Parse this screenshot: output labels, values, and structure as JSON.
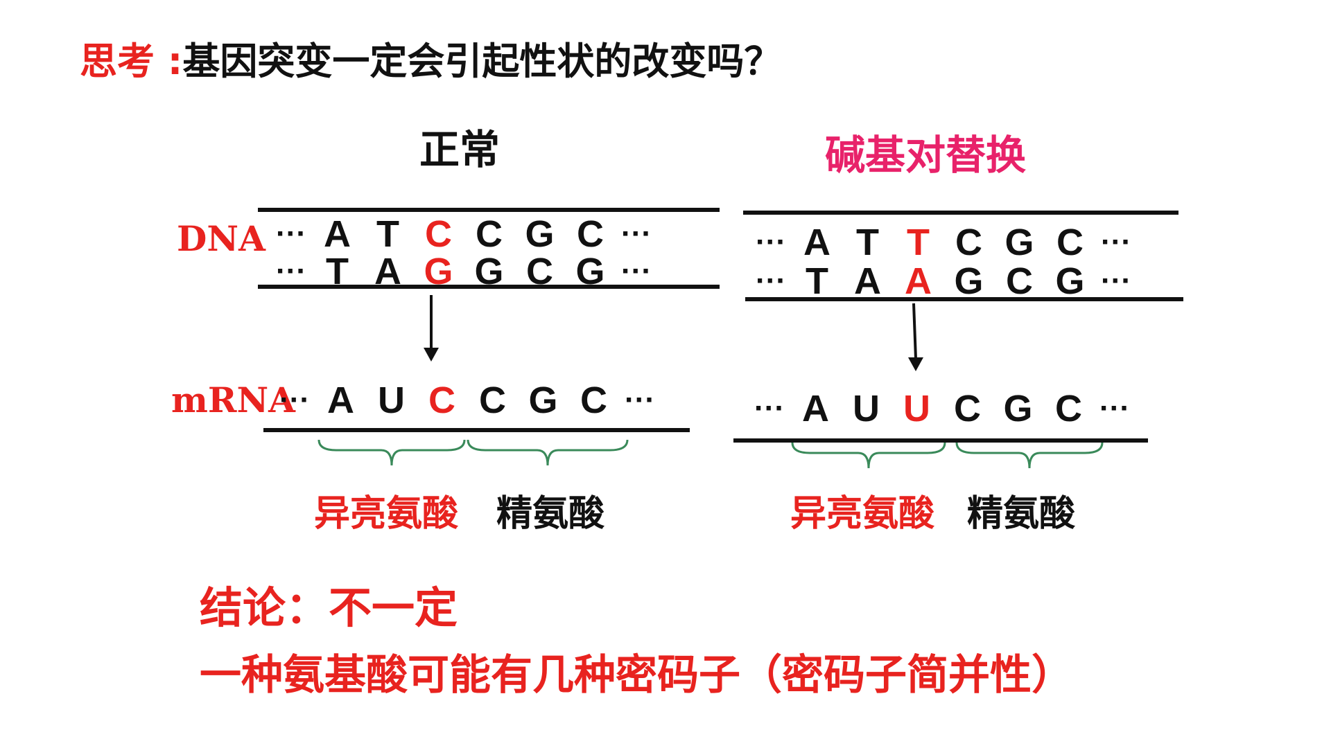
{
  "title": {
    "label": "思考 :",
    "question": "基因突变一定会引起性状的改变吗？"
  },
  "normal": {
    "heading": "正常",
    "dna_label": "DNA",
    "mrna_label": "mRNA",
    "dna_top": [
      "A",
      "T",
      "C",
      "C",
      "G",
      "C"
    ],
    "dna_bottom": [
      "T",
      "A",
      "G",
      "G",
      "C",
      "G"
    ],
    "mrna": [
      "A",
      "U",
      "C",
      "C",
      "G",
      "C"
    ],
    "amino_acid_1": "异亮氨酸",
    "amino_acid_2": "精氨酸"
  },
  "mutation": {
    "heading": "碱基对替换",
    "dna_top": [
      "A",
      "T",
      "T",
      "C",
      "G",
      "C"
    ],
    "dna_bottom": [
      "T",
      "A",
      "A",
      "G",
      "C",
      "G"
    ],
    "mrna": [
      "A",
      "U",
      "U",
      "C",
      "G",
      "C"
    ],
    "amino_acid_1": "异亮氨酸",
    "amino_acid_2": "精氨酸"
  },
  "ellipsis": "···",
  "conclusion": "结论：不一定",
  "explanation": "一种氨基酸可能有几种密码子（密码子简并性）",
  "colors": {
    "highlight": "#e8231f",
    "heading_pink": "#e8226a",
    "brace_green": "#3a8a5a",
    "text": "#111111"
  }
}
